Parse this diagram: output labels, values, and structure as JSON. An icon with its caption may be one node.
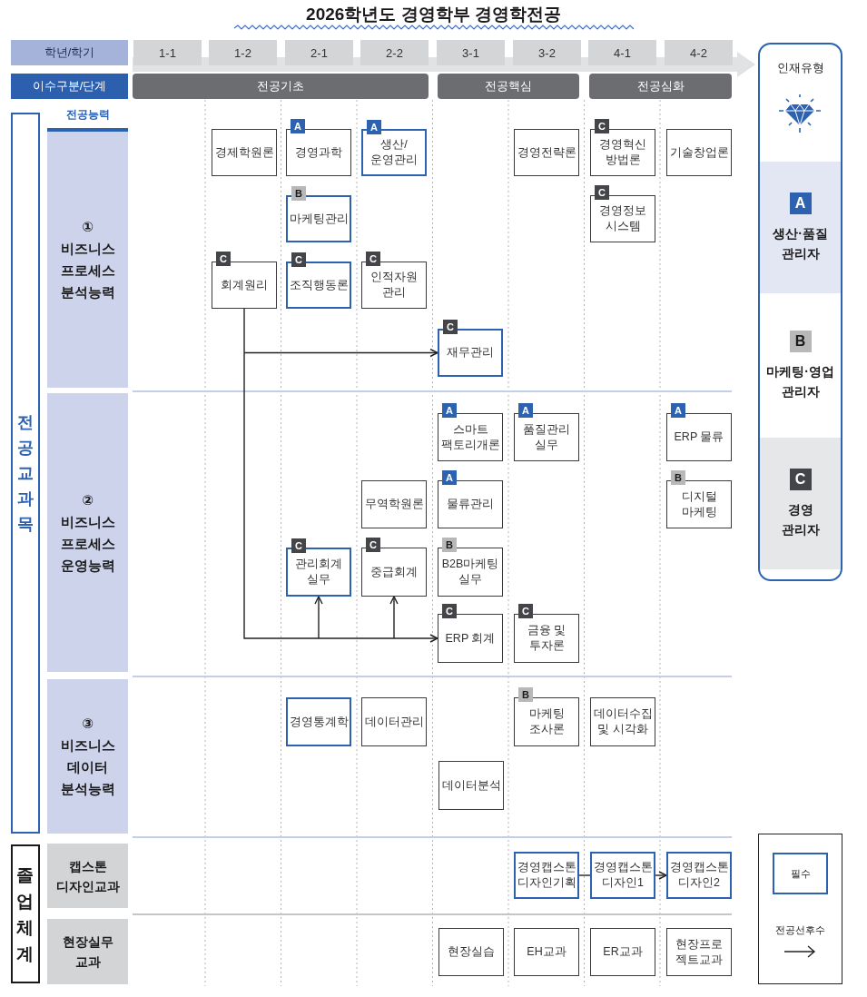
{
  "diagram": {
    "title": "2026학년도 경영학부 경영학전공",
    "nodes": [
      {
        "text": [
          "학년/학기"
        ]
      },
      {
        "text": [
          "1-1"
        ]
      },
      {
        "text": [
          "1-2"
        ]
      },
      {
        "text": [
          "2-1"
        ]
      },
      {
        "text": [
          "2-2"
        ]
      },
      {
        "text": [
          "3-1"
        ]
      },
      {
        "text": [
          "3-2"
        ]
      },
      {
        "text": [
          "4-1"
        ]
      },
      {
        "text": [
          "4-2"
        ]
      },
      {
        "text": [
          "인재유형"
        ]
      },
      {
        "text": [
          "A",
          "생산·품질 관리자"
        ],
        "in": 9
      },
      {
        "text": [
          "B",
          "마케팅·영업 관리자"
        ],
        "in": 9
      },
      {
        "text": [
          "C",
          "경영 관리자"
        ],
        "in": 9
      },
      {
        "text": [
          "이수구분/단계"
        ]
      },
      {
        "text": [
          "전공기초"
        ]
      },
      {
        "text": [
          "전공핵심"
        ]
      },
      {
        "text": [
          "전공심화"
        ]
      },
      {
        "text": [
          "전공교과목"
        ]
      },
      {
        "text": [
          "① 비즈니스 프로세스 분석능력"
        ]
      },
      {
        "text": [
          "경제학원론"
        ]
      },
      {
        "text": [
          "A",
          "경영과학"
        ]
      },
      {
        "text": [
          "A",
          "생산/ 운영관리"
        ]
      },
      {
        "text": [
          "경영전략론"
        ]
      },
      {
        "text": [
          "C",
          "경영혁신 방법론"
        ]
      },
      {
        "text": [
          "기술창업론"
        ]
      },
      {
        "text": [
          "B",
          "마케팅관리"
        ]
      },
      {
        "text": [
          "C",
          "경영정보 시스템"
        ]
      },
      {
        "text": [
          "C",
          "회계원리"
        ]
      },
      {
        "text": [
          "C",
          "조직행동론"
        ]
      },
      {
        "text": [
          "C",
          "인적자원 관리"
        ]
      },
      {
        "text": [
          "C",
          "재무관리"
        ]
      },
      {
        "text": [
          "② 비즈니스 프로세스 운영능력"
        ]
      },
      {
        "text": [
          "A",
          "스마트 팩토리개론"
        ]
      },
      {
        "text": [
          "A",
          "품질관리 실무"
        ]
      },
      {
        "text": [
          "A",
          "ERP 물류"
        ]
      },
      {
        "text": [
          "무역학원론"
        ]
      },
      {
        "text": [
          "A",
          "물류관리"
        ]
      },
      {
        "text": [
          "B",
          "디지털 마케팅"
        ]
      },
      {
        "text": [
          "C",
          "관리회계 실무"
        ]
      },
      {
        "text": [
          "C",
          "중급회계"
        ]
      },
      {
        "text": [
          "B",
          "B2B마케팅 실무"
        ]
      },
      {
        "text": [
          "C",
          "ERP 회계"
        ]
      },
      {
        "text": [
          "C",
          "금융 및 투자론"
        ]
      },
      {
        "text": [
          "③ 비즈니스 데이터 분석능력"
        ]
      },
      {
        "text": [
          "경영통계학"
        ]
      },
      {
        "text": [
          "데이터관리"
        ]
      },
      {
        "text": [
          "B",
          "마케팅 조사론"
        ]
      },
      {
        "text": [
          "데이터수집 및 시각화"
        ]
      },
      {
        "text": [
          "데이터분석"
        ]
      },
      {
        "text": [
          "졸업체계"
        ]
      },
      {
        "text": [
          "캡스톤 디자인교과"
        ]
      },
      {
        "text": [
          "경영캡스톤 디자인기획"
        ]
      },
      {
        "text": [
          "경영캡스톤 디자인1"
        ]
      },
      {
        "text": [
          "경영캡스톤 디자인2"
        ]
      },
      {
        "text": [
          "현장실무 교과"
        ]
      },
      {
        "text": [
          "현장실습"
        ]
      },
      {
        "text": [
          "EH교과"
        ]
      },
      {
        "text": [
          "ER교과"
        ]
      },
      {
        "text": [
          "현장프로 젝트교과"
        ]
      }
    ],
    "edges": [
      {
        "from": 27,
        "to": 30,
        "arrow": "to"
      },
      {
        "from": 27,
        "to": 38,
        "arrow": "to"
      },
      {
        "from": 27,
        "to": 39,
        "arrow": "to"
      },
      {
        "from": 27,
        "to": 41,
        "arrow": "to"
      },
      {
        "from": 51,
        "to": 52,
        "arrow": "none"
      },
      {
        "from": 52,
        "to": 53,
        "arrow": "to"
      }
    ],
    "labels": [
      "전공능력"
    ],
    "legend": [
      {
        "text": "필수"
      },
      {
        "text": "전공선후수"
      }
    ]
  }
}
